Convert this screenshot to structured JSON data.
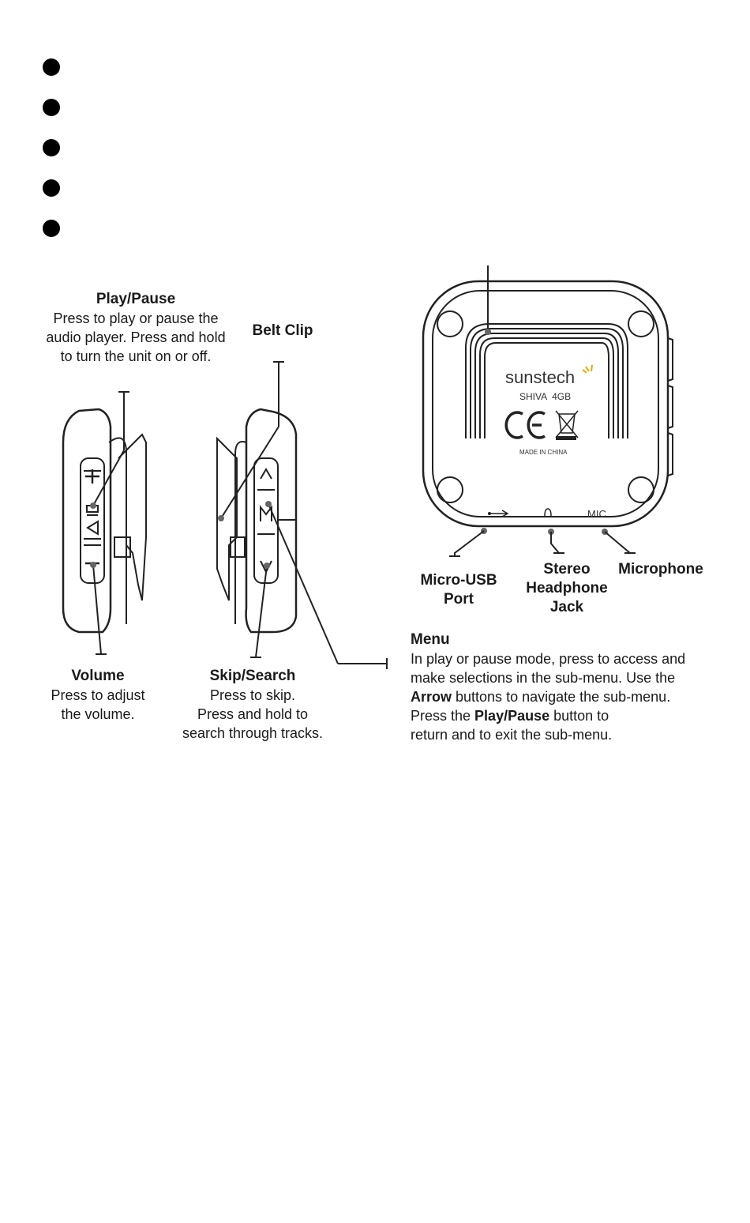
{
  "bullets_count": 5,
  "labels": {
    "play_pause": {
      "title": "Play/Pause",
      "lines": [
        "Press to play or pause the",
        "audio player. Press and hold",
        "to turn the unit on or off."
      ]
    },
    "belt_clip": {
      "title": "Belt Clip"
    },
    "volume": {
      "title": "Volume",
      "lines": [
        "Press to adjust",
        "the volume."
      ]
    },
    "skip_search": {
      "title": "Skip/Search",
      "lines": [
        "Press to skip.",
        "Press and hold to",
        "search through tracks."
      ]
    },
    "menu": {
      "title": "Menu",
      "line1": "In play or pause mode, press to access and",
      "line2": "make selections in the sub-menu. Use the",
      "line3_bold": "Arrow",
      "line3_rest": " buttons to navigate the sub-menu.",
      "line4_pre": "Press the ",
      "line4_bold": "Play/Pause",
      "line4_rest": " button to",
      "line5": "return and to exit the sub-menu."
    },
    "micro_usb": {
      "line1": "Micro-USB",
      "line2": "Port"
    },
    "stereo": {
      "line1": "Stereo",
      "line2": "Headphone",
      "line3": "Jack"
    },
    "microphone": {
      "title": "Microphone"
    }
  },
  "device": {
    "brand": "sunstech",
    "model": "SHIVA  4GB",
    "ce_mark": "CE",
    "made_in": "MADE IN CHINA",
    "mic_text": "MIC",
    "side_button_up": "+",
    "side_button_down": "-",
    "side_button_arrow_up": "Λ",
    "side_button_arrow_down": "V",
    "side_button_menu": "M"
  }
}
